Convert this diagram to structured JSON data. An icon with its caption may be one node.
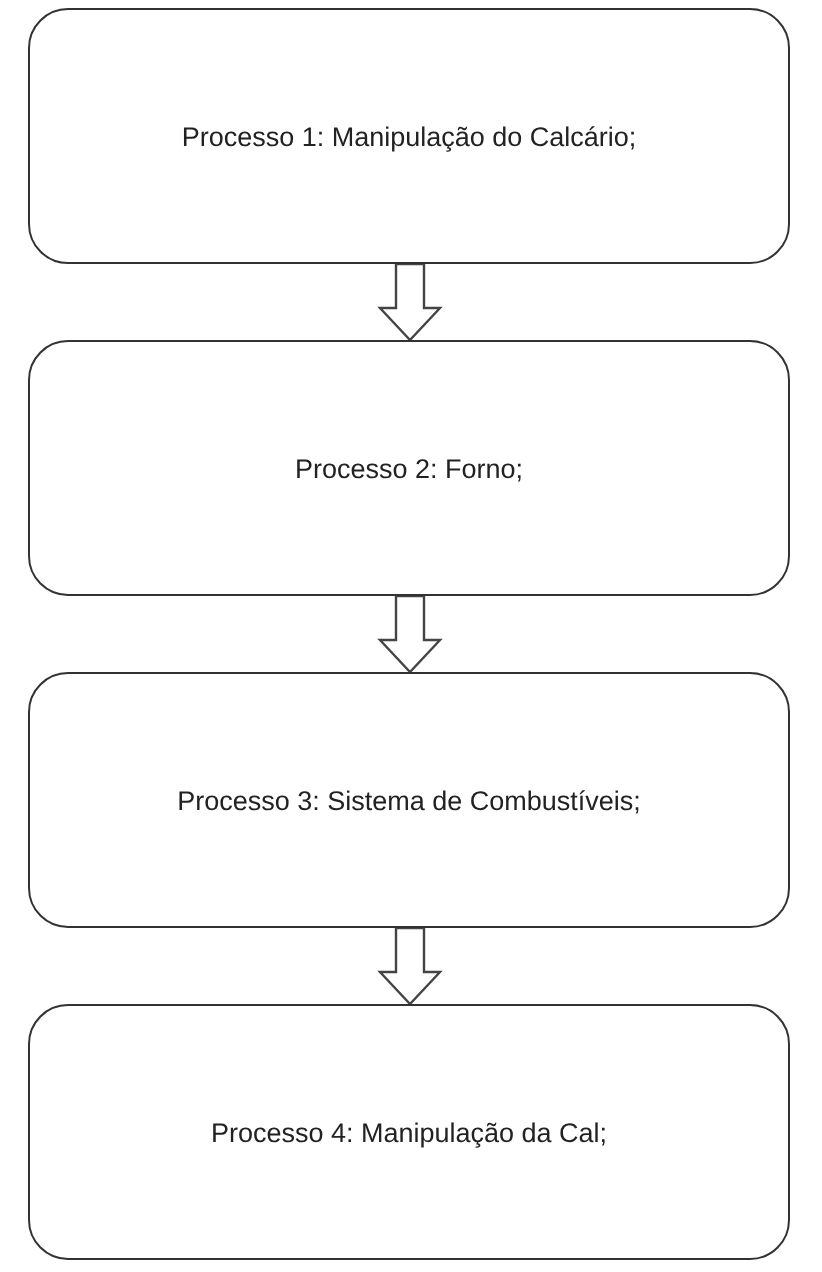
{
  "diagram": {
    "nodes": [
      {
        "text": [
          "Processo 1: Manipulação do Calcário;"
        ]
      },
      {
        "text": [
          "Processo 2: Forno;"
        ]
      },
      {
        "text": [
          "Processo 3: Sistema de Combustíveis;"
        ]
      },
      {
        "text": [
          "Processo 4: Manipulação da Cal;"
        ]
      }
    ],
    "edges": [
      {
        "from": 0,
        "to": 1,
        "arrow": "to"
      },
      {
        "from": 1,
        "to": 2,
        "arrow": "to"
      },
      {
        "from": 2,
        "to": 3,
        "arrow": "to"
      }
    ]
  }
}
